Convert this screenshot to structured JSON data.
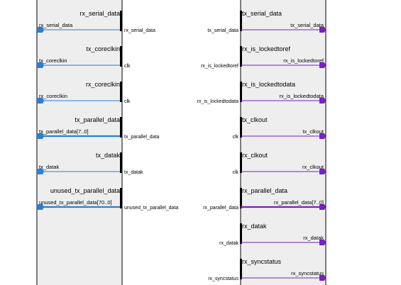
{
  "left_block": {
    "ports": [
      {
        "name": "rx_serial_data",
        "signal": "rx_serial_data",
        "conn": "rx_serial_data",
        "bus": false
      },
      {
        "name": "tx_coreclkin",
        "signal": "tx_coreclkin",
        "conn": "clk",
        "bus": false
      },
      {
        "name": "rx_coreclkin",
        "signal": "rx_coreclkin",
        "conn": "clk",
        "bus": false
      },
      {
        "name": "tx_parallel_data",
        "signal": "tx_parallel_data[7..0]",
        "conn": "tx_parallel_data",
        "bus": true
      },
      {
        "name": "tx_datak",
        "signal": "tx_datak",
        "conn": "tx_datak",
        "bus": false
      },
      {
        "name": "unused_tx_parallel_data",
        "signal": "unused_tx_parallel_data[70..0]",
        "conn": "unused_tx_parallel_data",
        "bus": true
      }
    ]
  },
  "right_block": {
    "ports": [
      {
        "name": "tx_serial_data",
        "signal": "tx_serial_data",
        "conn": "tx_serial_data",
        "bus": false
      },
      {
        "name": "rx_is_lockedtoref",
        "signal": "rx_is_lockedtoref",
        "conn": "rx_is_lockedtoref",
        "bus": false
      },
      {
        "name": "rx_is_lockedtodata",
        "signal": "rx_is_lockedtodata",
        "conn": "rx_is_lockedtodata",
        "bus": false
      },
      {
        "name": "tx_clkout",
        "signal": "tx_clkout",
        "conn": "clk",
        "bus": false
      },
      {
        "name": "rx_clkout",
        "signal": "rx_clkout",
        "conn": "clk",
        "bus": false
      },
      {
        "name": "rx_parallel_data",
        "signal": "rx_parallel_data[7..0]",
        "conn": "rx_parallel_data",
        "bus": true
      },
      {
        "name": "rx_datak",
        "signal": "rx_datak",
        "conn": "rx_datak",
        "bus": false
      },
      {
        "name": "rx_syncstatus",
        "signal": "rx_syncstatus",
        "conn": "rx_syncstatus",
        "bus": false
      }
    ]
  },
  "colors": {
    "block_fill": "#eeeeee",
    "input_wire": "#2a7fd4",
    "output_wire": "#7a1fc4",
    "port_bar": "#000000"
  }
}
